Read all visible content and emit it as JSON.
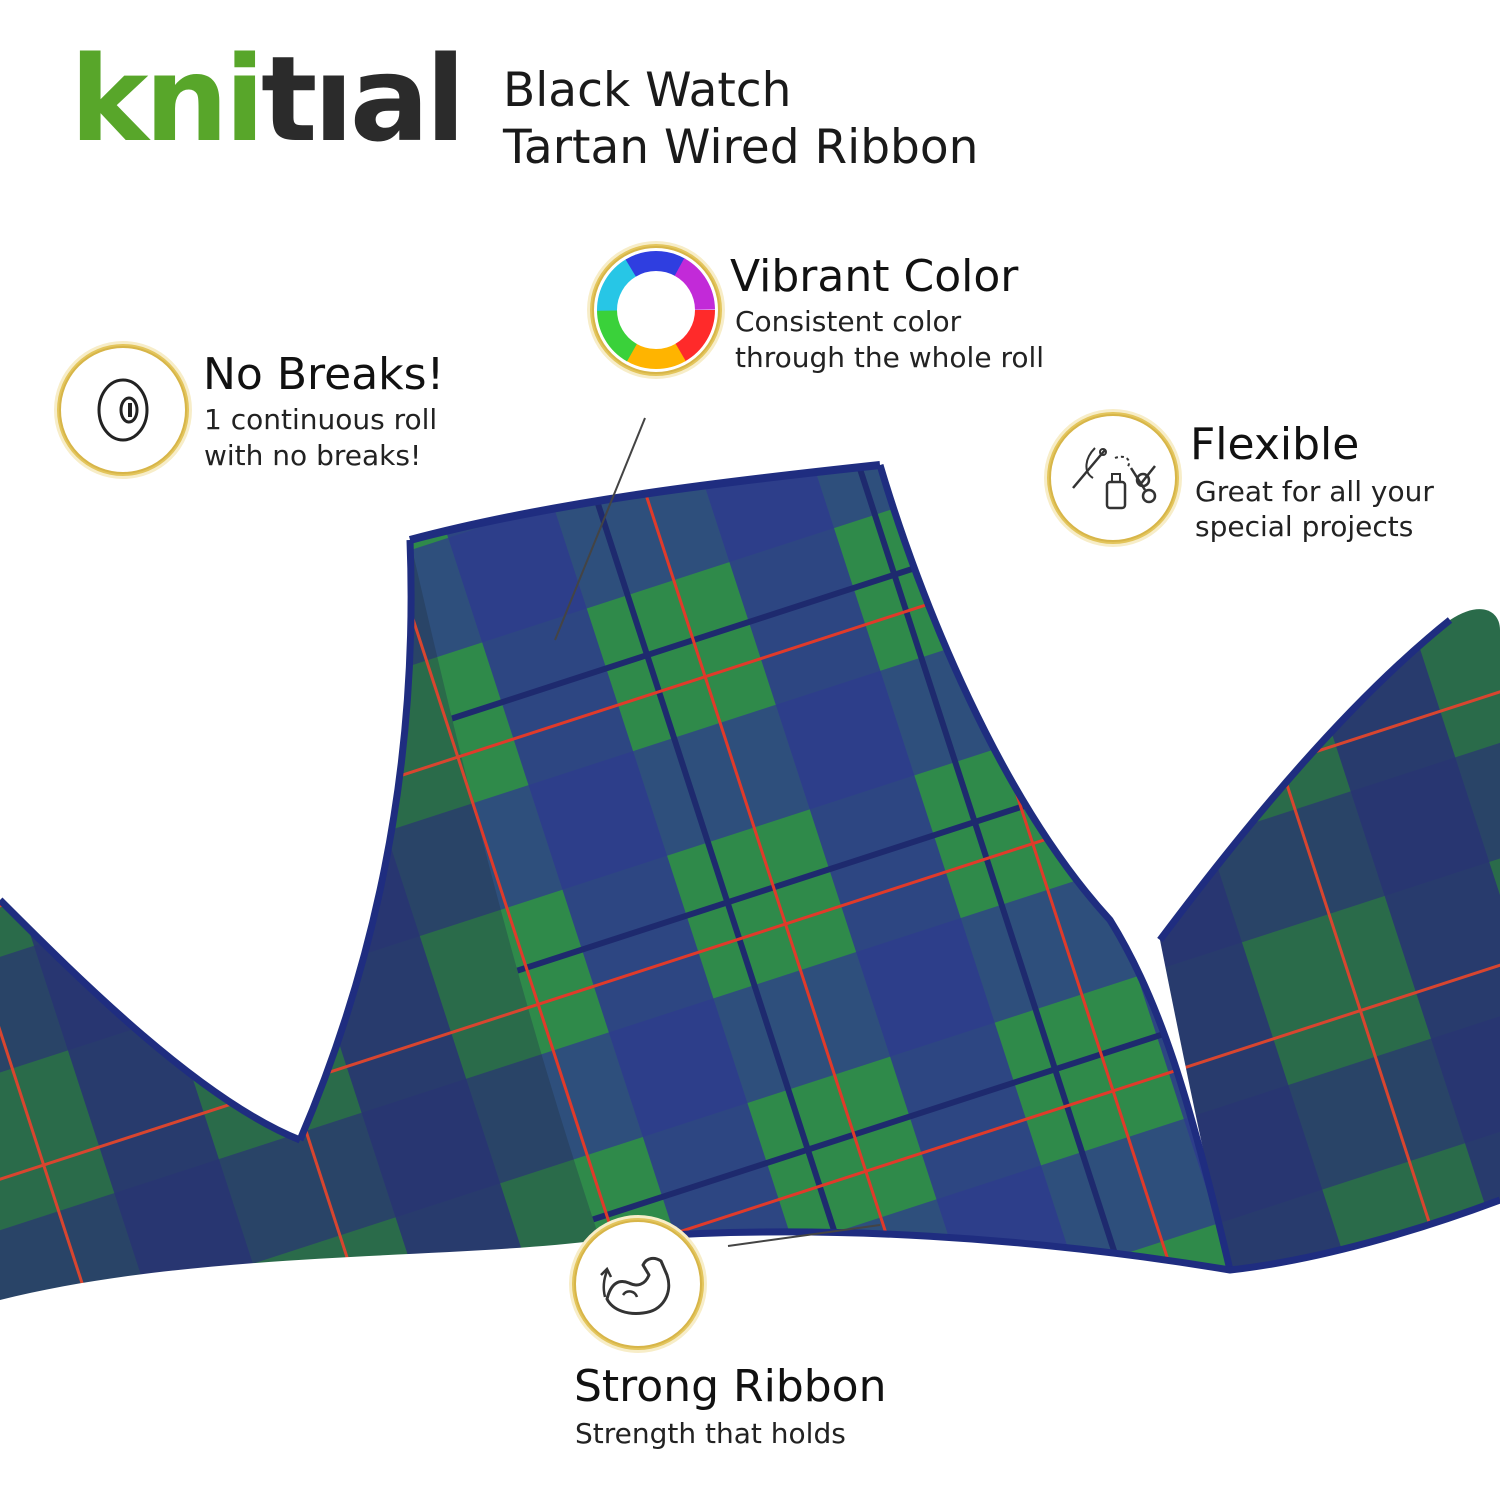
{
  "brand": {
    "logo_part1": "kni",
    "logo_part2": "tıal",
    "logo_green": "#58a62a",
    "logo_dark": "#2b2b2b"
  },
  "product": {
    "title_line1": "Black Watch",
    "title_line2": "Tartan Wired Ribbon"
  },
  "features": {
    "no_breaks": {
      "icon": "ribbon-roll-icon",
      "title": "No Breaks!",
      "line1": "1 continuous roll",
      "line2": "with no breaks!"
    },
    "vibrant": {
      "icon": "color-wheel-icon",
      "title": "Vibrant Color",
      "line1": "Consistent color",
      "line2": "through the whole roll"
    },
    "flexible": {
      "icon": "craft-tools-icon",
      "title": "Flexible",
      "line1": "Great for all your",
      "line2": "special projects"
    },
    "strong": {
      "icon": "flexed-arm-icon",
      "title": "Strong Ribbon",
      "line1": "Strength that holds"
    }
  },
  "colors": {
    "tartan_green": "#2f8a4a",
    "tartan_navy": "#2d3a8c",
    "tartan_red": "#e03a2a",
    "badge_gold": "#d7b548"
  }
}
